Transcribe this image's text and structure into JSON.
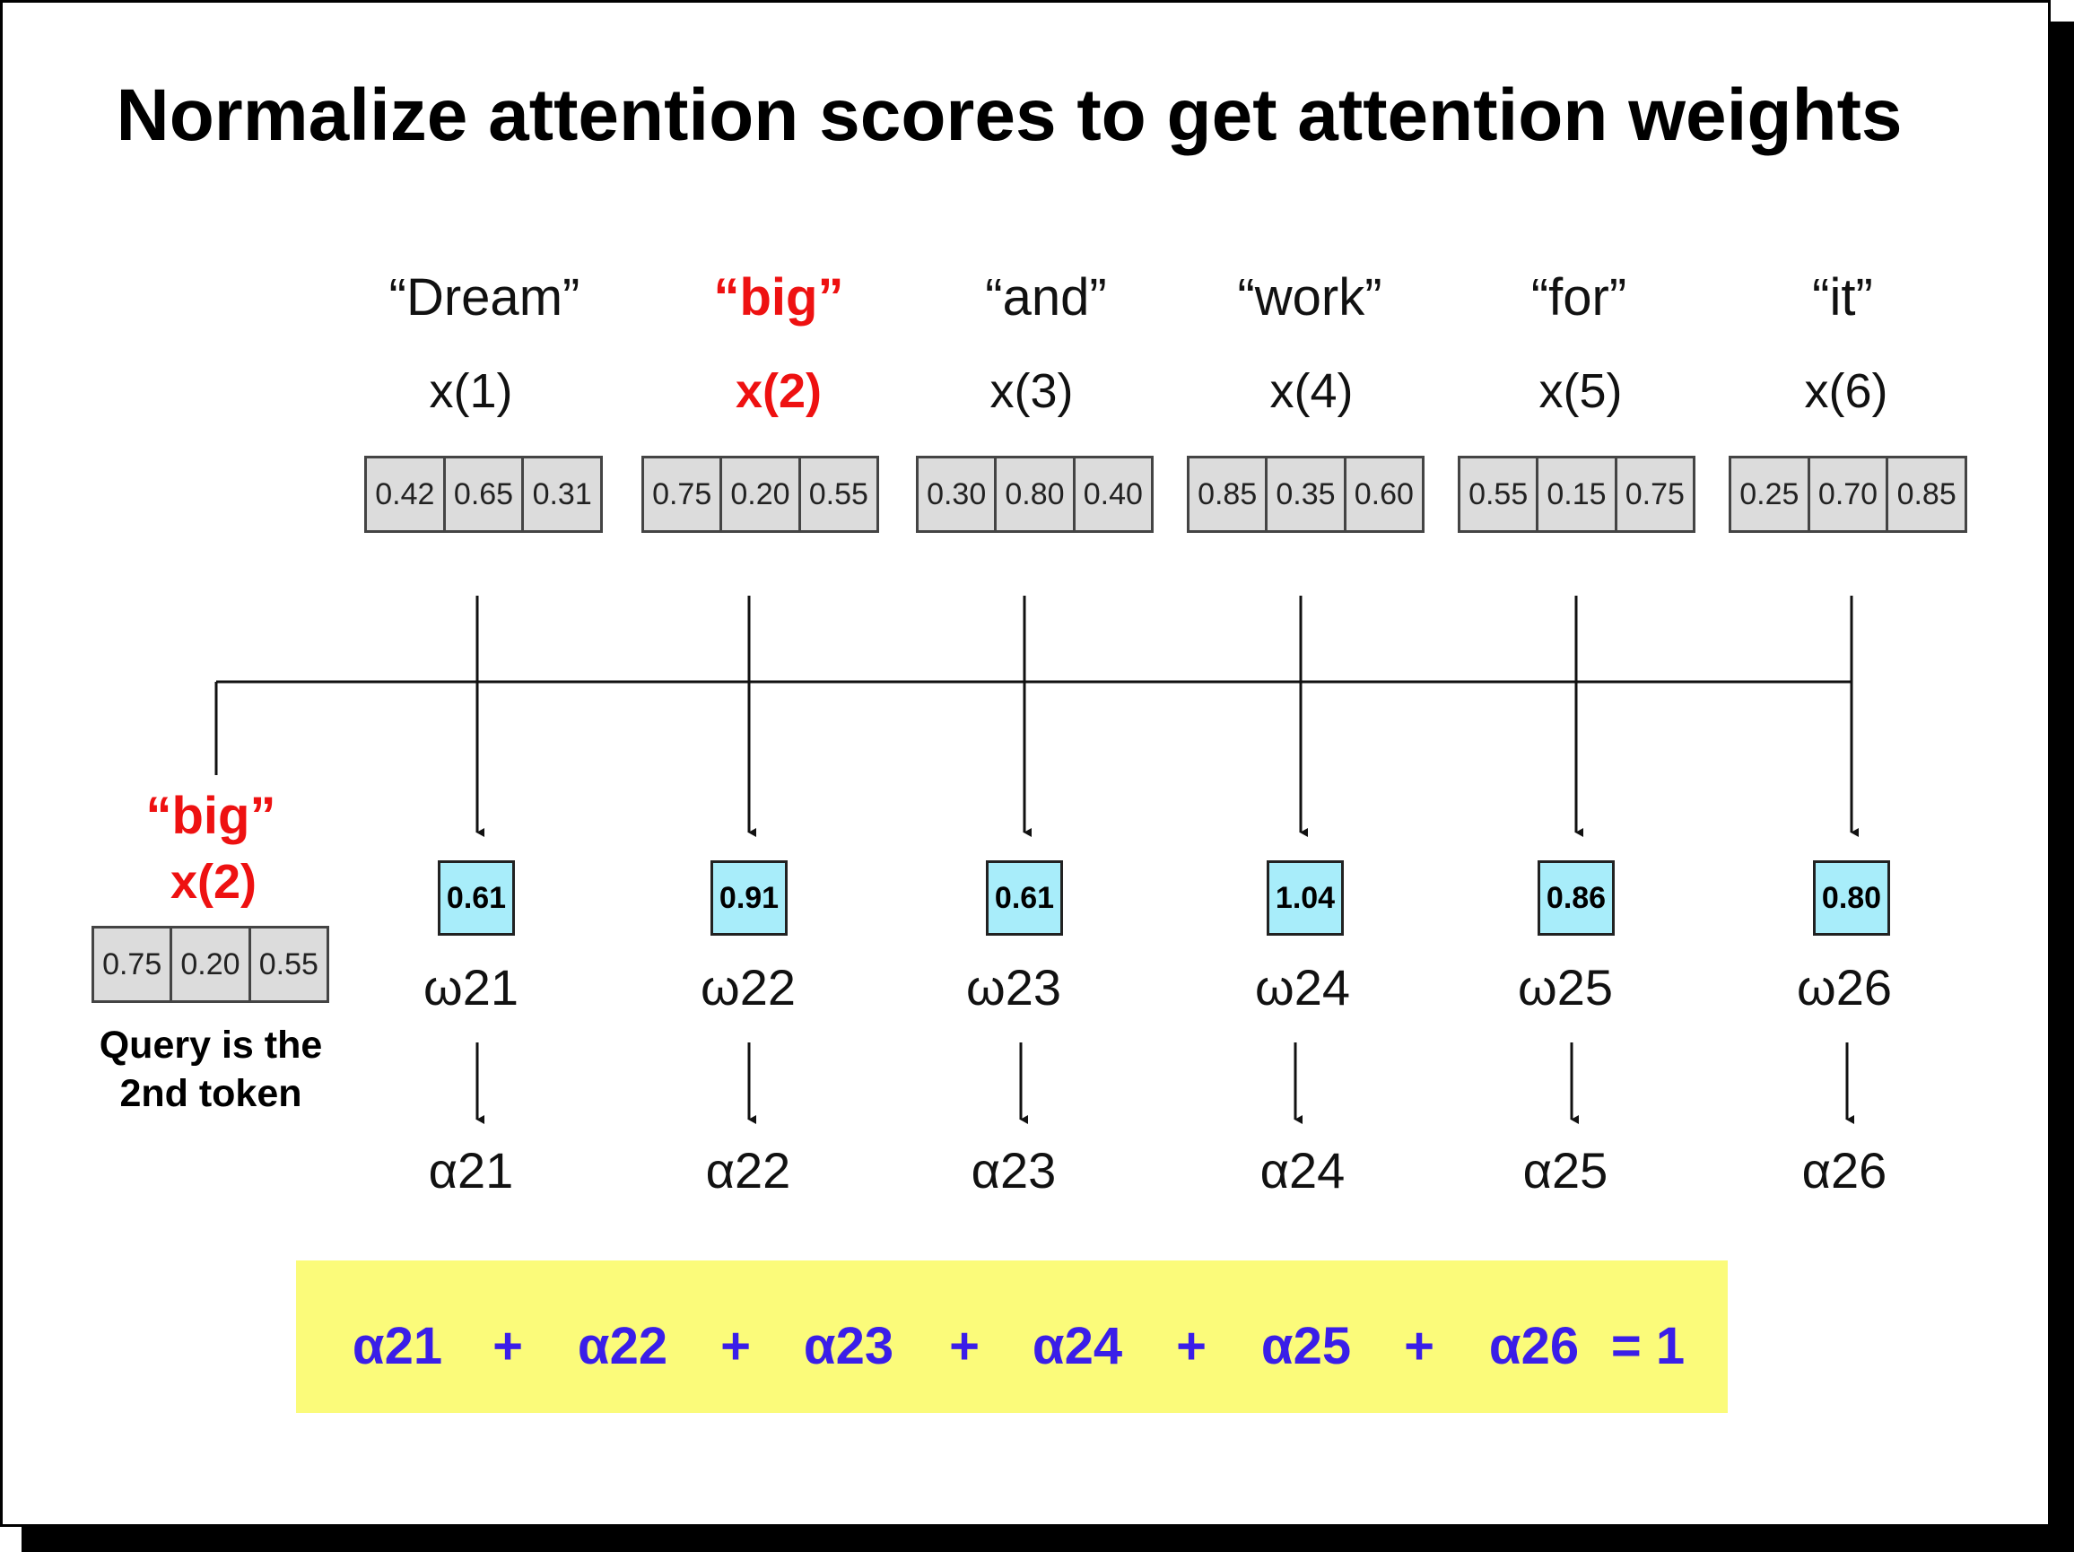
{
  "title": "Normalize attention scores to get attention weights",
  "tokens": [
    {
      "word": "“Dream”",
      "label": "x(1)",
      "vector": [
        "0.42",
        "0.65",
        "0.31"
      ],
      "score": "0.61",
      "omega": "ω21",
      "alpha": "α21"
    },
    {
      "word": "“big”",
      "label": "x(2)",
      "vector": [
        "0.75",
        "0.20",
        "0.55"
      ],
      "score": "0.91",
      "omega": "ω22",
      "alpha": "α22"
    },
    {
      "word": "“and”",
      "label": "x(3)",
      "vector": [
        "0.30",
        "0.80",
        "0.40"
      ],
      "score": "0.61",
      "omega": "ω23",
      "alpha": "α23"
    },
    {
      "word": "“work”",
      "label": "x(4)",
      "vector": [
        "0.85",
        "0.35",
        "0.60"
      ],
      "score": "1.04",
      "omega": "ω24",
      "alpha": "α24"
    },
    {
      "word": "“for”",
      "label": "x(5)",
      "vector": [
        "0.55",
        "0.15",
        "0.75"
      ],
      "score": "0.86",
      "omega": "ω25",
      "alpha": "α25"
    },
    {
      "word": "“it”",
      "label": "x(6)",
      "vector": [
        "0.25",
        "0.70",
        "0.85"
      ],
      "score": "0.80",
      "omega": "ω26",
      "alpha": "α26"
    }
  ],
  "query": {
    "word": "“big”",
    "label": "x(2)",
    "vector": [
      "0.75",
      "0.20",
      "0.55"
    ],
    "note_line1": "Query is the",
    "note_line2": "2nd token"
  },
  "sum_equation": {
    "terms": [
      "α21",
      "+",
      "α22",
      "+",
      "α23",
      "+",
      "α24",
      "+",
      "α25",
      "+",
      "α26",
      "= 1"
    ]
  },
  "colors": {
    "highlight": "#ee1111",
    "score_fill": "#a8edfa",
    "vector_fill": "#dcdcdc",
    "sum_bar": "#fbfb7a",
    "sum_text": "#3a1ee8"
  }
}
